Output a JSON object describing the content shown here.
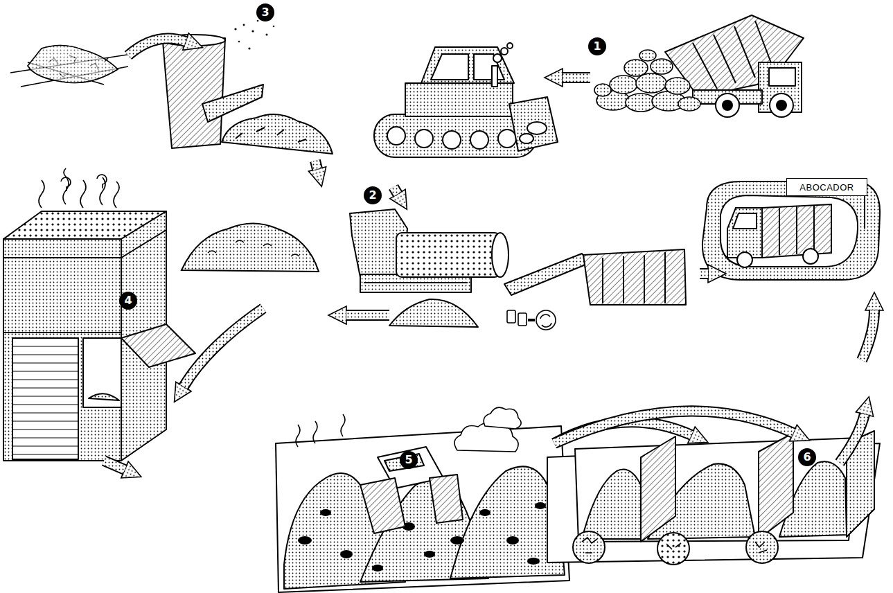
{
  "diagram": {
    "nodes": [
      {
        "text": [
          "ABOCADOR"
        ]
      }
    ],
    "labels": [
      "1",
      "2",
      "3",
      "4",
      "5",
      "6"
    ]
  }
}
